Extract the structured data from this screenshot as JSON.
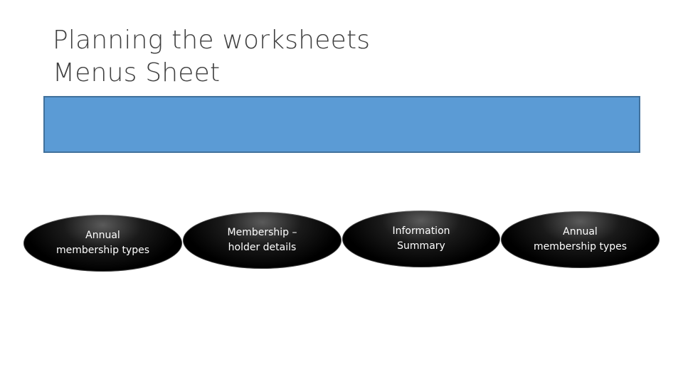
{
  "slide": {
    "title_line1": "Planning the worksheets",
    "title_line2": "Menus Sheet"
  },
  "banner": {
    "color": "#5b9bd5",
    "border_color": "#41719c"
  },
  "menu_buttons": [
    {
      "label": "Annual\nmembership types"
    },
    {
      "label": "Membership –\nholder details"
    },
    {
      "label": "Information\nSummary"
    },
    {
      "label": "Annual\nmembership types"
    }
  ],
  "colors": {
    "button_fill": "#000000",
    "button_text": "#ffffff",
    "title_text": "#404040"
  }
}
